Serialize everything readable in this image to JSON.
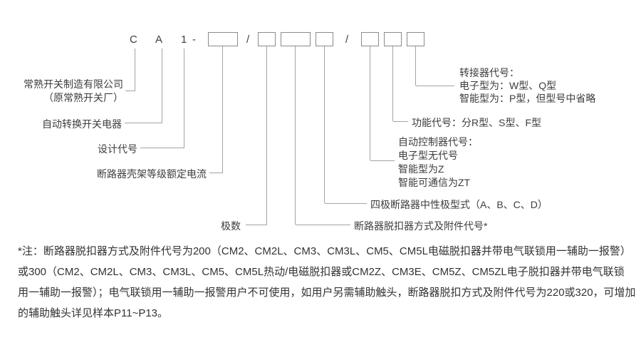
{
  "code": {
    "letters": [
      "C",
      "A",
      "1"
    ],
    "dash": "-",
    "slash": "/"
  },
  "callouts": {
    "company": [
      "常熟开关制造有限公司",
      "（原常熟开关厂）"
    ],
    "ats": "自动转换开关电器",
    "design_code": "设计代号",
    "frame_current": "断路器壳架等级额定电流",
    "poles": "极数",
    "trip_mode": "断路器脱扣器方式及附件代号*",
    "neutral_type": "四极断路器中性极型式（A、B、C、D）",
    "controller": [
      "自动控制器代号：",
      "电子型无代号",
      "智能型为Z",
      "智能可通信为ZT"
    ],
    "function_code": "功能代号：分R型、S型、F型",
    "adapter": [
      "转接器代号：",
      "电子型为：W型、Q型",
      "智能型为：P型，但型号中省略"
    ]
  },
  "note": {
    "lines": [
      "*注：断路器脱扣器方式及附件代号为200（CM2、CM2L、CM3、CM3L、CM5、CM5L电磁脱扣器并带电气联锁用一辅助一报警）",
      "或300（CM2、CM2L、CM3、CM3L、CM5、CM5L热动/电磁脱扣器或CM2Z、CM3E、CM5Z、CM5ZL电子脱扣器并带电气联锁",
      "用一辅助一报警）；电气联锁用一辅助一报警用户不可使用，如用户另需辅助触头，断路器脱扣方式及附件代号为220或320，可增加",
      "的辅助触头详见样本P11~P13。"
    ]
  },
  "colors": {
    "text_color": "#3d3d3d",
    "note_color": "#333333",
    "line_color": "#a3a3a3",
    "box_border": "#8a8a8a",
    "bg_color": "#ffffff"
  }
}
